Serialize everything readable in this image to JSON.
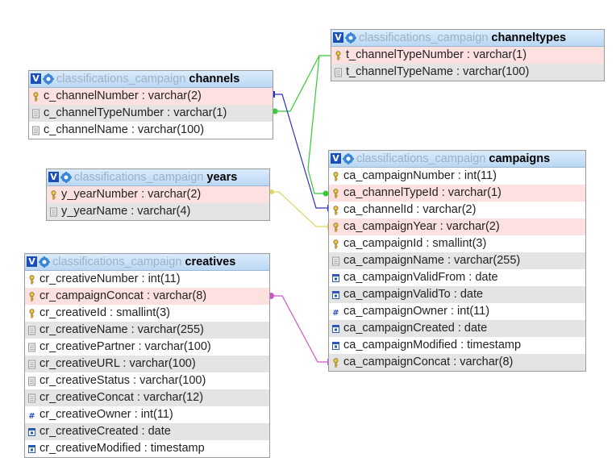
{
  "database": "classifications_campaign",
  "colors": {
    "link_green": "#33cc33",
    "link_blue": "#2d2dc8",
    "link_yellow": "#dcd560",
    "link_magenta": "#cc55cc"
  },
  "tables": {
    "channels": {
      "name": "channels",
      "columns": [
        {
          "label": "c_channelNumber : varchar(2)",
          "icon": "key-icon",
          "hl": "key"
        },
        {
          "label": "c_channelTypeNumber : varchar(1)",
          "icon": "column-icon",
          "hl": "alt"
        },
        {
          "label": "c_channelName : varchar(100)",
          "icon": "column-icon",
          "hl": "none"
        }
      ]
    },
    "channeltypes": {
      "name": "channeltypes",
      "columns": [
        {
          "label": "t_channelTypeNumber : varchar(1)",
          "icon": "key-icon",
          "hl": "key"
        },
        {
          "label": "t_channelTypeName : varchar(100)",
          "icon": "column-icon",
          "hl": "alt"
        }
      ]
    },
    "years": {
      "name": "years",
      "columns": [
        {
          "label": "y_yearNumber : varchar(2)",
          "icon": "key-icon",
          "hl": "key"
        },
        {
          "label": "y_yearName : varchar(4)",
          "icon": "column-icon",
          "hl": "alt"
        }
      ]
    },
    "campaigns": {
      "name": "campaigns",
      "columns": [
        {
          "label": "ca_campaignNumber : int(11)",
          "icon": "key-icon",
          "hl": "none"
        },
        {
          "label": "ca_channelTypeId : varchar(1)",
          "icon": "key-icon",
          "hl": "key"
        },
        {
          "label": "ca_channelId : varchar(2)",
          "icon": "key-icon",
          "hl": "none"
        },
        {
          "label": "ca_campaignYear : varchar(2)",
          "icon": "key-icon",
          "hl": "key"
        },
        {
          "label": "ca_campaignId : smallint(3)",
          "icon": "key-icon",
          "hl": "none"
        },
        {
          "label": "ca_campaignName : varchar(255)",
          "icon": "column-icon",
          "hl": "alt"
        },
        {
          "label": "ca_campaignValidFrom : date",
          "icon": "date-icon",
          "hl": "none"
        },
        {
          "label": "ca_campaignValidTo : date",
          "icon": "date-icon",
          "hl": "alt"
        },
        {
          "label": "ca_campaignOwner : int(11)",
          "icon": "number-icon",
          "hl": "none"
        },
        {
          "label": "ca_campaignCreated : date",
          "icon": "date-icon",
          "hl": "alt"
        },
        {
          "label": "ca_campaignModified : timestamp",
          "icon": "date-icon",
          "hl": "none"
        },
        {
          "label": "ca_campaignConcat : varchar(8)",
          "icon": "key-icon",
          "hl": "alt"
        }
      ]
    },
    "creatives": {
      "name": "creatives",
      "columns": [
        {
          "label": "cr_creativeNumber : int(11)",
          "icon": "key-icon",
          "hl": "none"
        },
        {
          "label": "cr_campaignConcat : varchar(8)",
          "icon": "key-icon",
          "hl": "key"
        },
        {
          "label": "cr_creativeId : smallint(3)",
          "icon": "key-icon",
          "hl": "none"
        },
        {
          "label": "cr_creativeName : varchar(255)",
          "icon": "column-icon",
          "hl": "alt"
        },
        {
          "label": "cr_creativePartner : varchar(100)",
          "icon": "column-icon",
          "hl": "none"
        },
        {
          "label": "cr_creativeURL : varchar(100)",
          "icon": "column-icon",
          "hl": "alt"
        },
        {
          "label": "cr_creativeStatus : varchar(100)",
          "icon": "column-icon",
          "hl": "none"
        },
        {
          "label": "cr_creativeConcat : varchar(12)",
          "icon": "column-icon",
          "hl": "alt"
        },
        {
          "label": "cr_creativeOwner : int(11)",
          "icon": "number-icon",
          "hl": "none"
        },
        {
          "label": "cr_creativeCreated : date",
          "icon": "date-icon",
          "hl": "alt"
        },
        {
          "label": "cr_creativeModified : timestamp",
          "icon": "date-icon",
          "hl": "none"
        }
      ]
    }
  }
}
